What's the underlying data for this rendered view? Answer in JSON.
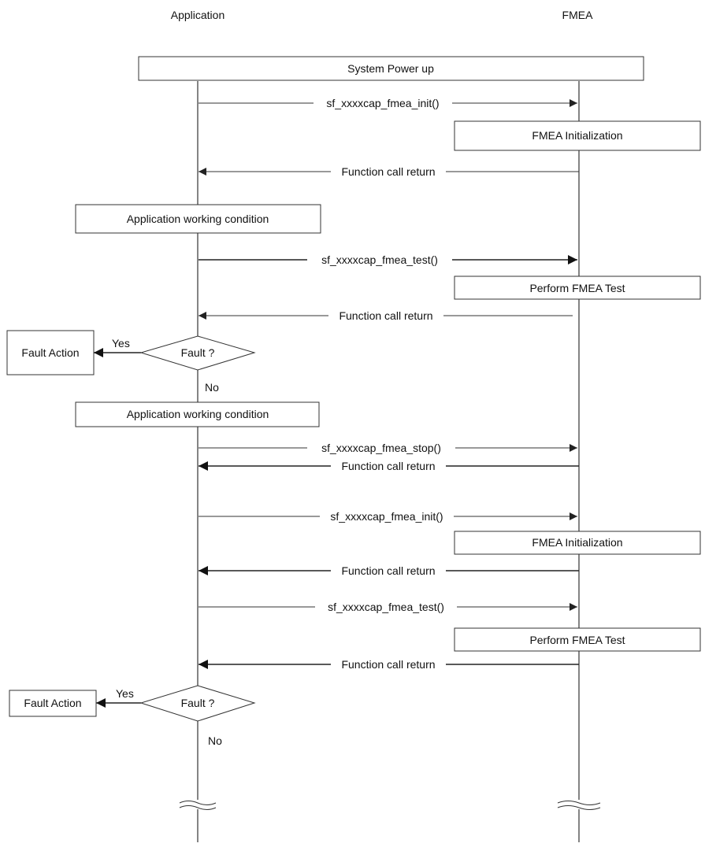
{
  "participants": {
    "application": "Application",
    "fmea": "FMEA"
  },
  "colors": {
    "line": "#333333",
    "text": "#111111",
    "background": "#ffffff"
  },
  "steps": {
    "system_power_up": "System Power up",
    "call_init_1": "sf_xxxxcap_fmea_init()",
    "fmea_init_1": "FMEA Initialization",
    "return_1": "Function call return",
    "app_working_1": "Application working condition",
    "call_test_1": "sf_xxxxcap_fmea_test()",
    "perform_test_1": "Perform FMEA Test",
    "return_2": "Function call return",
    "fault_action_1": "Fault Action",
    "yes_1": "Yes",
    "fault_check_1": "Fault ?",
    "no_1": "No",
    "app_working_2": "Application working condition",
    "call_stop": "sf_xxxxcap_fmea_stop()",
    "return_3": "Function call return",
    "call_init_2": "sf_xxxxcap_fmea_init()",
    "fmea_init_2": "FMEA Initialization",
    "return_4": "Function call return",
    "call_test_2": "sf_xxxxcap_fmea_test()",
    "perform_test_2": "Perform FMEA Test",
    "return_5": "Function call return",
    "fault_action_2": "Fault Action",
    "yes_2": "Yes",
    "fault_check_2": "Fault ?",
    "no_2": "No"
  }
}
